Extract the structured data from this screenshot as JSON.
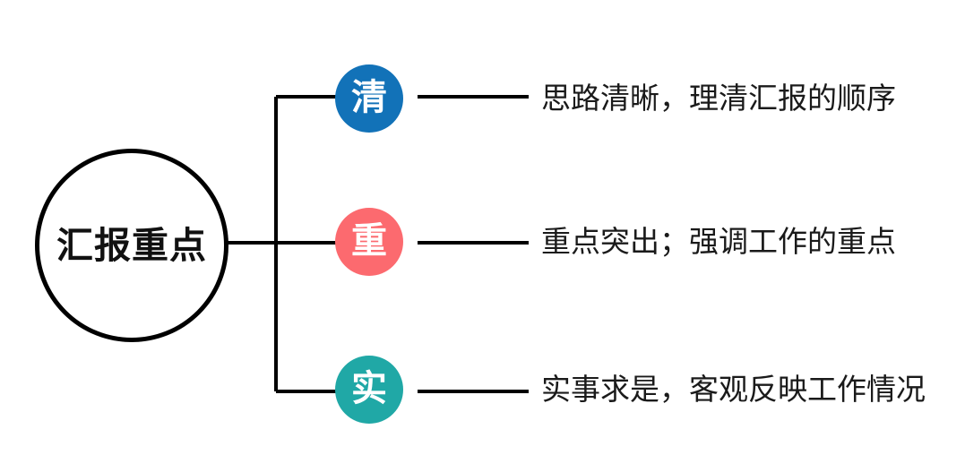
{
  "diagram": {
    "title": "汇报重点",
    "hub": {
      "label": "汇报重点",
      "shape": "circle-outline",
      "stroke_color": "#000000",
      "text_color": "#111111"
    },
    "branches": [
      {
        "glyph": "清",
        "color": "#1272b8",
        "description": "思路清晰，理清汇报的顺序"
      },
      {
        "glyph": "重",
        "color": "#fc6a6f",
        "description": "重点突出；强调工作的重点"
      },
      {
        "glyph": "实",
        "color": "#20a8a6",
        "description": "实事求是，客观反映工作情况"
      }
    ],
    "connector_color": "#000000",
    "background_color": "#ffffff"
  }
}
